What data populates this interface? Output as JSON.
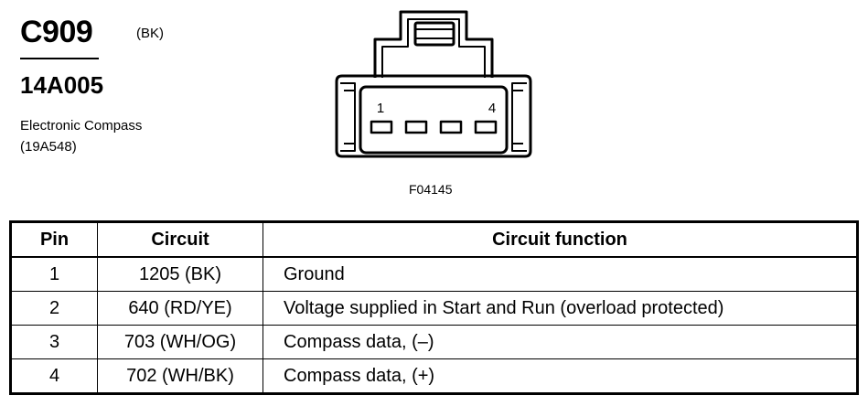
{
  "connector": {
    "id": "C909",
    "color": "(BK)",
    "part_number": "14A005",
    "component_name": "Electronic Compass",
    "component_ref": "(19A548)"
  },
  "drawing": {
    "pin_label_left": "1",
    "pin_label_right": "4",
    "figure_id": "F04145"
  },
  "table": {
    "headers": {
      "pin": "Pin",
      "circuit": "Circuit",
      "function": "Circuit function"
    },
    "rows": [
      {
        "pin": "1",
        "circuit": "1205 (BK)",
        "function": "Ground"
      },
      {
        "pin": "2",
        "circuit": "640 (RD/YE)",
        "function": "Voltage supplied in Start and Run (overload protected)"
      },
      {
        "pin": "3",
        "circuit": "703 (WH/OG)",
        "function": "Compass data, (–)"
      },
      {
        "pin": "4",
        "circuit": "702 (WH/BK)",
        "function": "Compass data, (+)"
      }
    ]
  }
}
